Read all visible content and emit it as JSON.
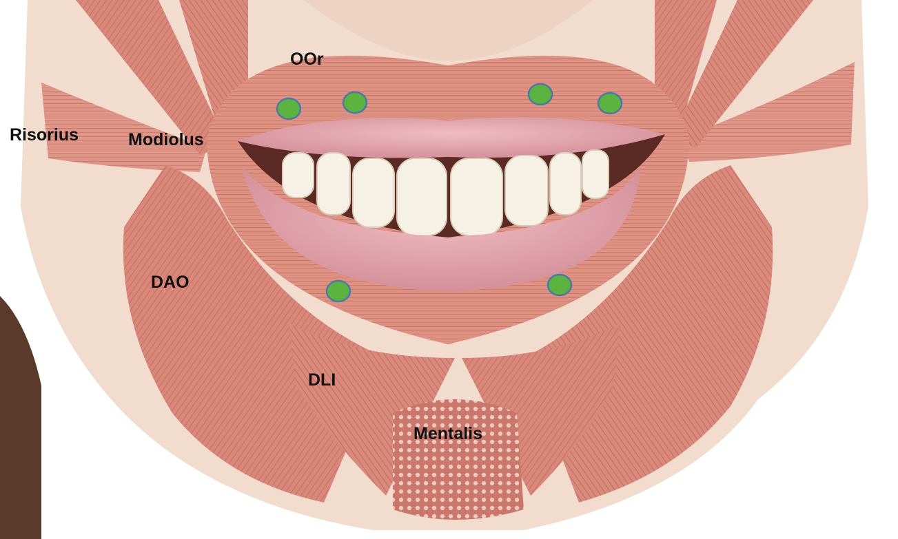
{
  "labels": {
    "oor": "OOr",
    "risorius": "Risorius",
    "modiolus": "Modiolus",
    "dao": "DAO",
    "dli": "DLI",
    "mentalis": "Mentalis"
  },
  "colors": {
    "background": "#ffffff",
    "skin": "#f1dccd",
    "muscle": "#d8877a",
    "muscle_dark": "#b85f55",
    "lip": "#e2a2aa",
    "teeth": "#f6f1e4",
    "injection_point_fill": "#5cb33f",
    "injection_point_stroke": "#4a78a8"
  },
  "injection_point_count": 6
}
